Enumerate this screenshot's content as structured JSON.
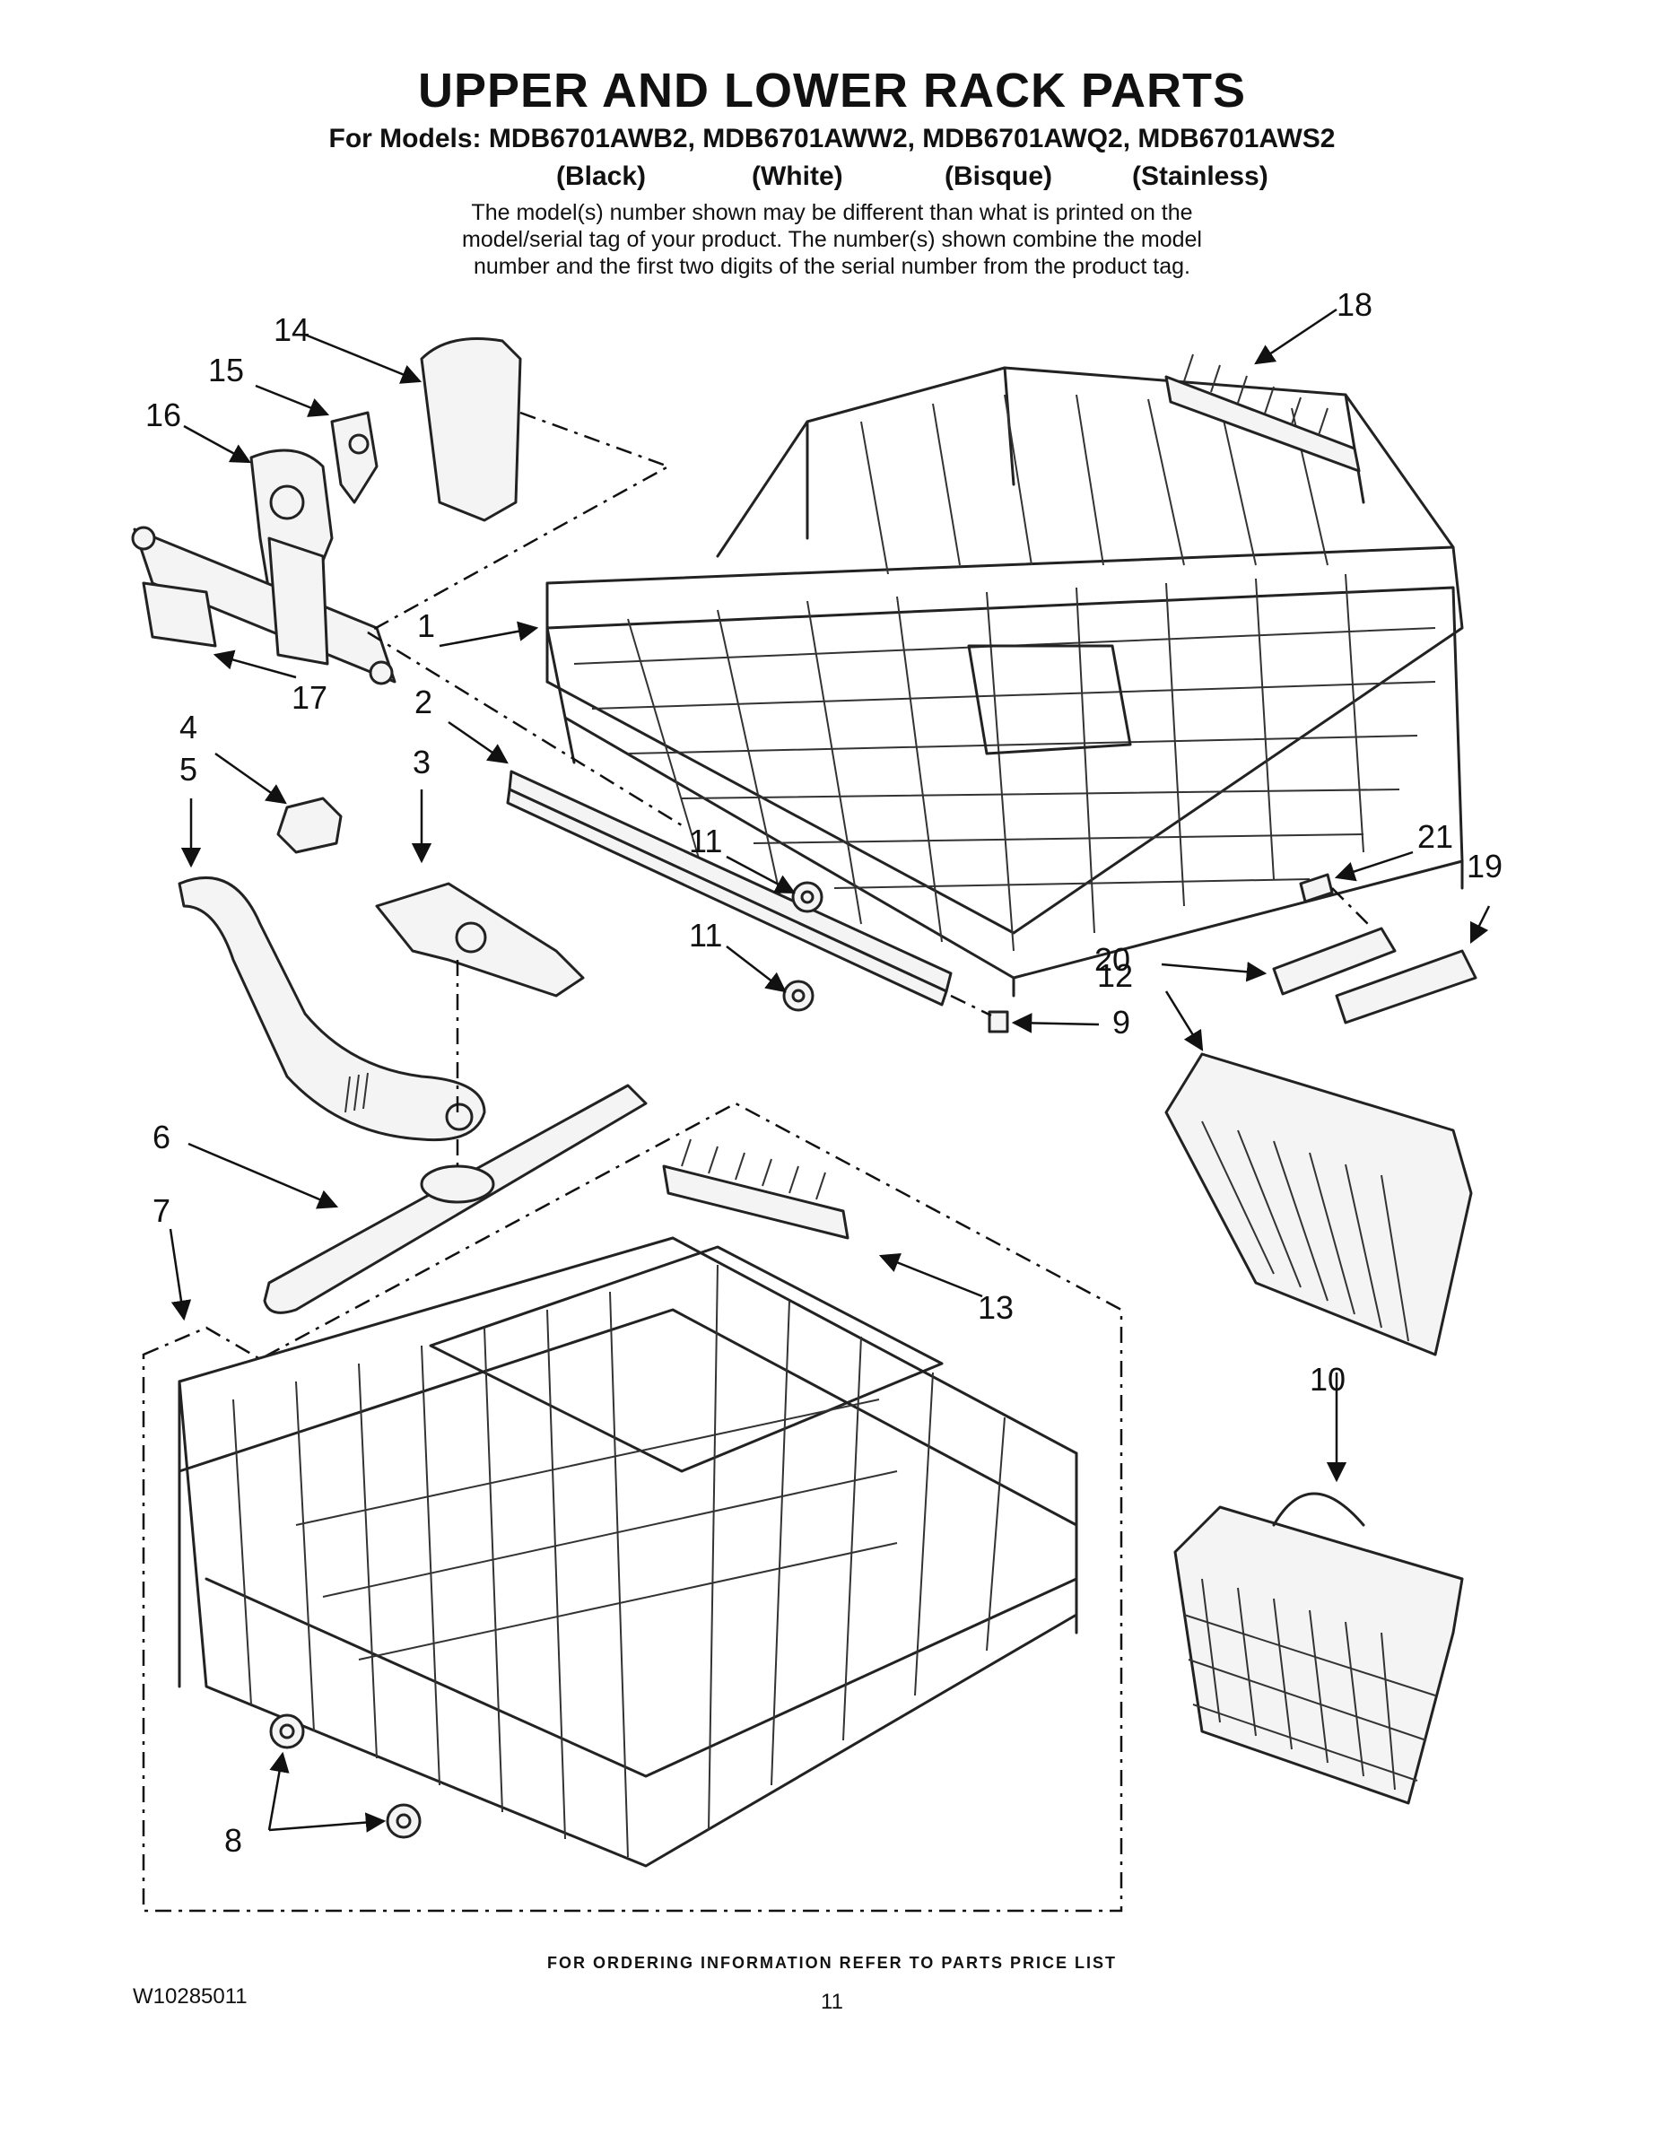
{
  "title": "UPPER AND LOWER RACK PARTS",
  "models_line": "For Models: MDB6701AWB2, MDB6701AWW2, MDB6701AWQ2, MDB6701AWS2",
  "finishes": [
    "(Black)",
    "(White)",
    "(Bisque)",
    "(Stainless)"
  ],
  "note_lines": [
    "The model(s) number shown may be different than what is printed on the",
    "model/serial tag of your product. The number(s) shown combine the model",
    "number and the first two digits of the serial number from the product tag."
  ],
  "callouts": [
    "1",
    "2",
    "3",
    "4",
    "5",
    "6",
    "7",
    "8",
    "9",
    "10",
    "11",
    "11",
    "12",
    "13",
    "14",
    "15",
    "16",
    "17",
    "18",
    "19",
    "20",
    "21"
  ],
  "footer": "FOR ORDERING INFORMATION REFER TO PARTS PRICE LIST",
  "doc_number": "W10285011",
  "page_number": "11"
}
